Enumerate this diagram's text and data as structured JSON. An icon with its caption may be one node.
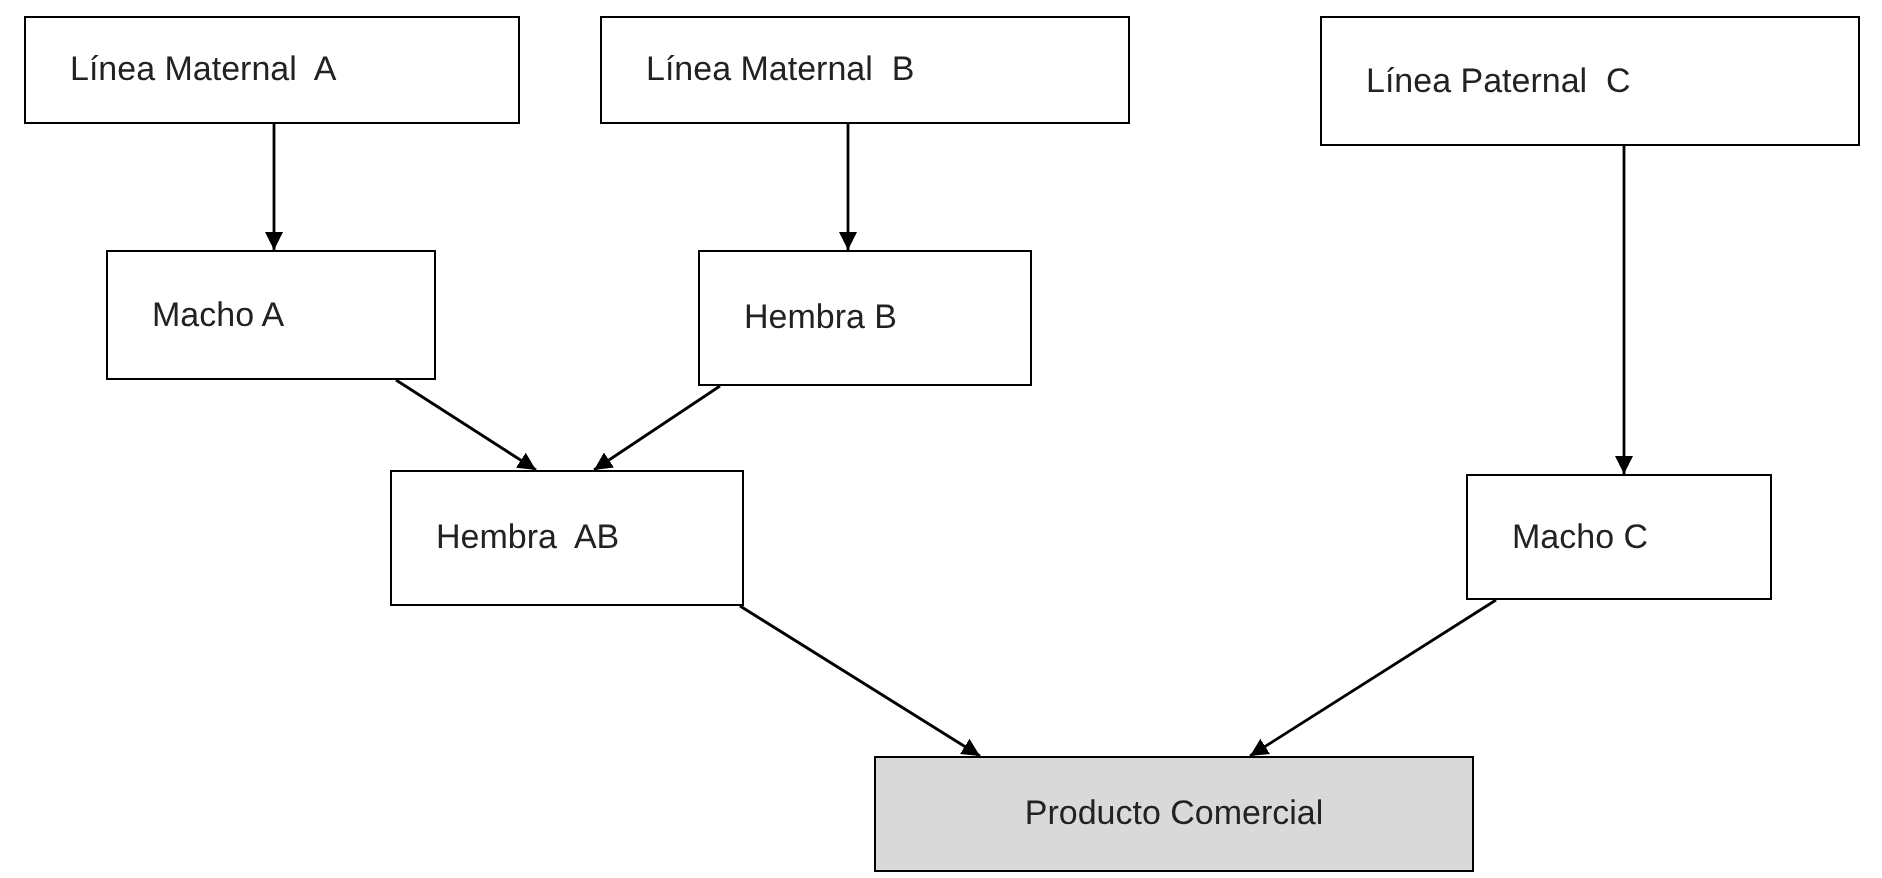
{
  "diagram": {
    "nodes": [
      {
        "text": [
          "Línea Maternal  A"
        ]
      },
      {
        "text": [
          "Línea Maternal  B"
        ]
      },
      {
        "text": [
          "Línea Paternal  C"
        ]
      },
      {
        "text": [
          "Macho A"
        ]
      },
      {
        "text": [
          "Hembra B"
        ]
      },
      {
        "text": [
          "Hembra  AB"
        ]
      },
      {
        "text": [
          "Macho C"
        ]
      },
      {
        "text": [
          "Producto Comercial"
        ]
      }
    ],
    "edges": [
      {
        "from": 0,
        "to": 3,
        "arrow": "to"
      },
      {
        "from": 1,
        "to": 4,
        "arrow": "to"
      },
      {
        "from": 2,
        "to": 6,
        "arrow": "to"
      },
      {
        "from": 3,
        "to": 5,
        "arrow": "to"
      },
      {
        "from": 4,
        "to": 5,
        "arrow": "to"
      },
      {
        "from": 5,
        "to": 7,
        "arrow": "to"
      },
      {
        "from": 6,
        "to": 7,
        "arrow": "to"
      }
    ]
  }
}
